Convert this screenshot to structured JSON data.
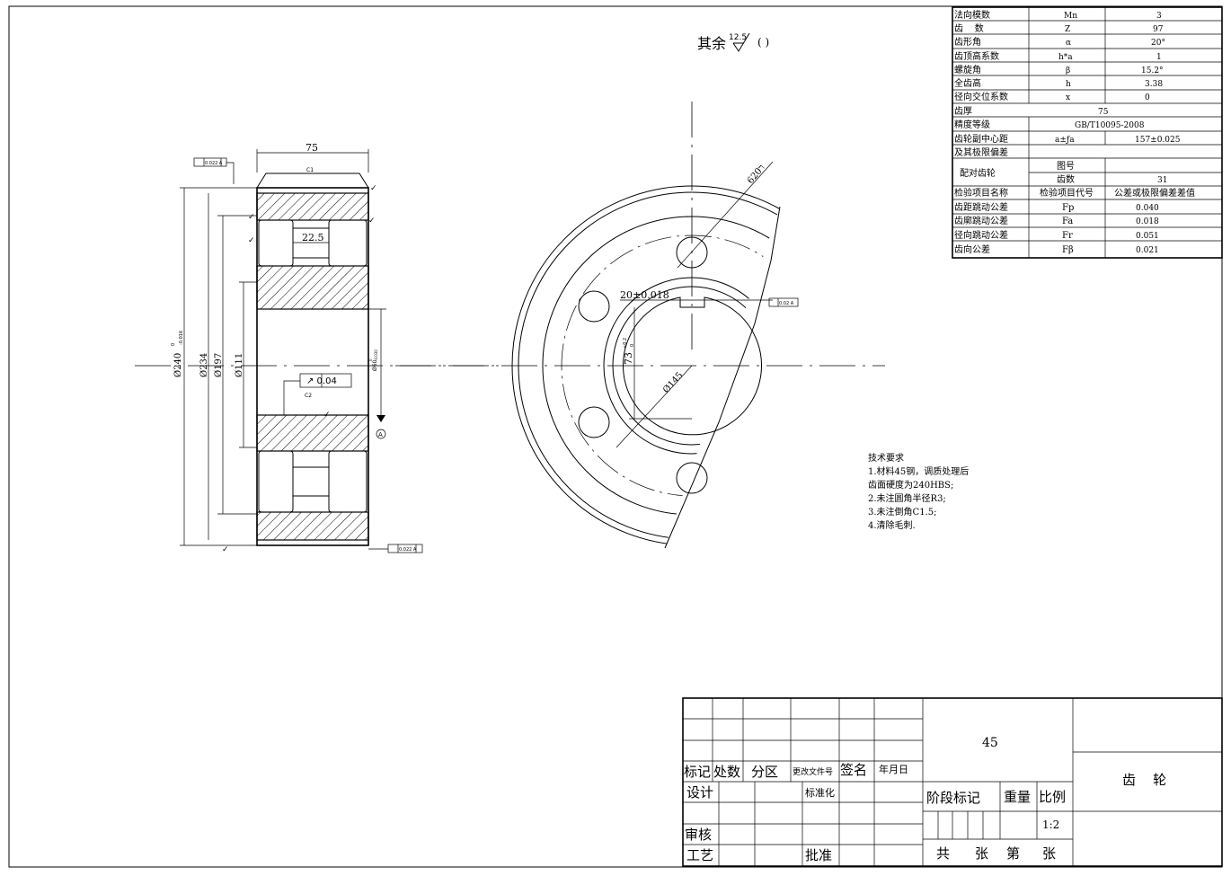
{
  "surface_note": {
    "prefix": "其余",
    "roughness": "12.5",
    "paren": "(  )"
  },
  "gear_table": {
    "rows": [
      {
        "name": "法向模数",
        "symbol": "Mn",
        "value": "3"
      },
      {
        "name": "齿    数",
        "symbol": "Z",
        "value": "97"
      },
      {
        "name": "齿形角",
        "symbol": "α",
        "value": "20°"
      },
      {
        "name": "齿顶高系数",
        "symbol": "h*a",
        "value": "1"
      },
      {
        "name": "螺旋角",
        "symbol": "β",
        "value": "15.2°"
      },
      {
        "name": "全齿高",
        "symbol": "h",
        "value": "3.38"
      },
      {
        "name": "径向交位系数",
        "symbol": "x",
        "value": "0"
      }
    ],
    "thickness": {
      "name": "齿厚",
      "value": "75"
    },
    "accuracy": {
      "name": "精度等级",
      "value": "GB/T10095-2008"
    },
    "center": {
      "name1": "齿轮副中心距",
      "name2": "及其极限偏差",
      "symbol": "a±ƒa",
      "value": "157±0.025"
    },
    "mating": {
      "name": "配对齿轮",
      "drawing_no_label": "图号",
      "drawing_no": "",
      "teeth_label": "齿数",
      "teeth": "31"
    },
    "inspect_header": {
      "name": "检验项目名称",
      "code": "检验项目代号",
      "value": "公差或极限偏差差值"
    },
    "inspect_rows": [
      {
        "name": "齿距跳动公差",
        "code": "Fp",
        "value": "0.040"
      },
      {
        "name": "齿廓跳动公差",
        "code": "Fa",
        "value": "0.018"
      },
      {
        "name": "径向跳动公差",
        "code": "Fr",
        "value": "0.051"
      },
      {
        "name": "齿向公差",
        "code": "Fβ",
        "value": "0.021"
      }
    ]
  },
  "section_view": {
    "width_dim": "75",
    "slot_dim": "22.5",
    "chamfer_mark": "C1",
    "chamfer_mark_2": "C2",
    "dia_outer": "Ø240",
    "dia_outer_tol_upper": "0",
    "dia_outer_tol_lower": "-0.016",
    "dia_234": "Ø234",
    "dia_197": "Ø197",
    "dia_111": "Ø111",
    "bore_dia": "Ø60",
    "bore_tol_upper": "0",
    "bore_tol_lower": "-0.030",
    "runout_box": "↗  0.04",
    "runout_top": "0.022  A",
    "runout_bottom": "0.022  A",
    "datum": "A"
  },
  "front_view": {
    "holes_dim": "6ר20",
    "keyway_width": "20±0.018",
    "keyway_depth": "73",
    "keyway_tol_upper": "+0.2",
    "keyway_tol_lower": "0",
    "bolt_circle": "Ø145",
    "sym_box": "0.02  A"
  },
  "tech_requirements": {
    "title": "技术要求",
    "lines": [
      "1.材料45钢，调质处理后",
      "齿面硬度为240HBS;",
      "2.未注圆角半径R3;",
      "3.未注倒角C1.5;",
      "4.清除毛刺."
    ]
  },
  "title_block": {
    "material": "45",
    "part_name": "齿    轮",
    "mark": "标记",
    "count": "处数",
    "zone": "分区",
    "doc_no": "更改文件号",
    "sign": "签名",
    "date": "年月日",
    "design": "设计",
    "standard": "标准化",
    "review": "审核",
    "process": "工艺",
    "approve": "批准",
    "stage": "阶段标记",
    "weight": "重量",
    "ratio_label": "比例",
    "ratio": "1:2",
    "sheet_total": "共",
    "sheet_unit1": "张",
    "sheet_no": "第",
    "sheet_unit2": "张"
  }
}
